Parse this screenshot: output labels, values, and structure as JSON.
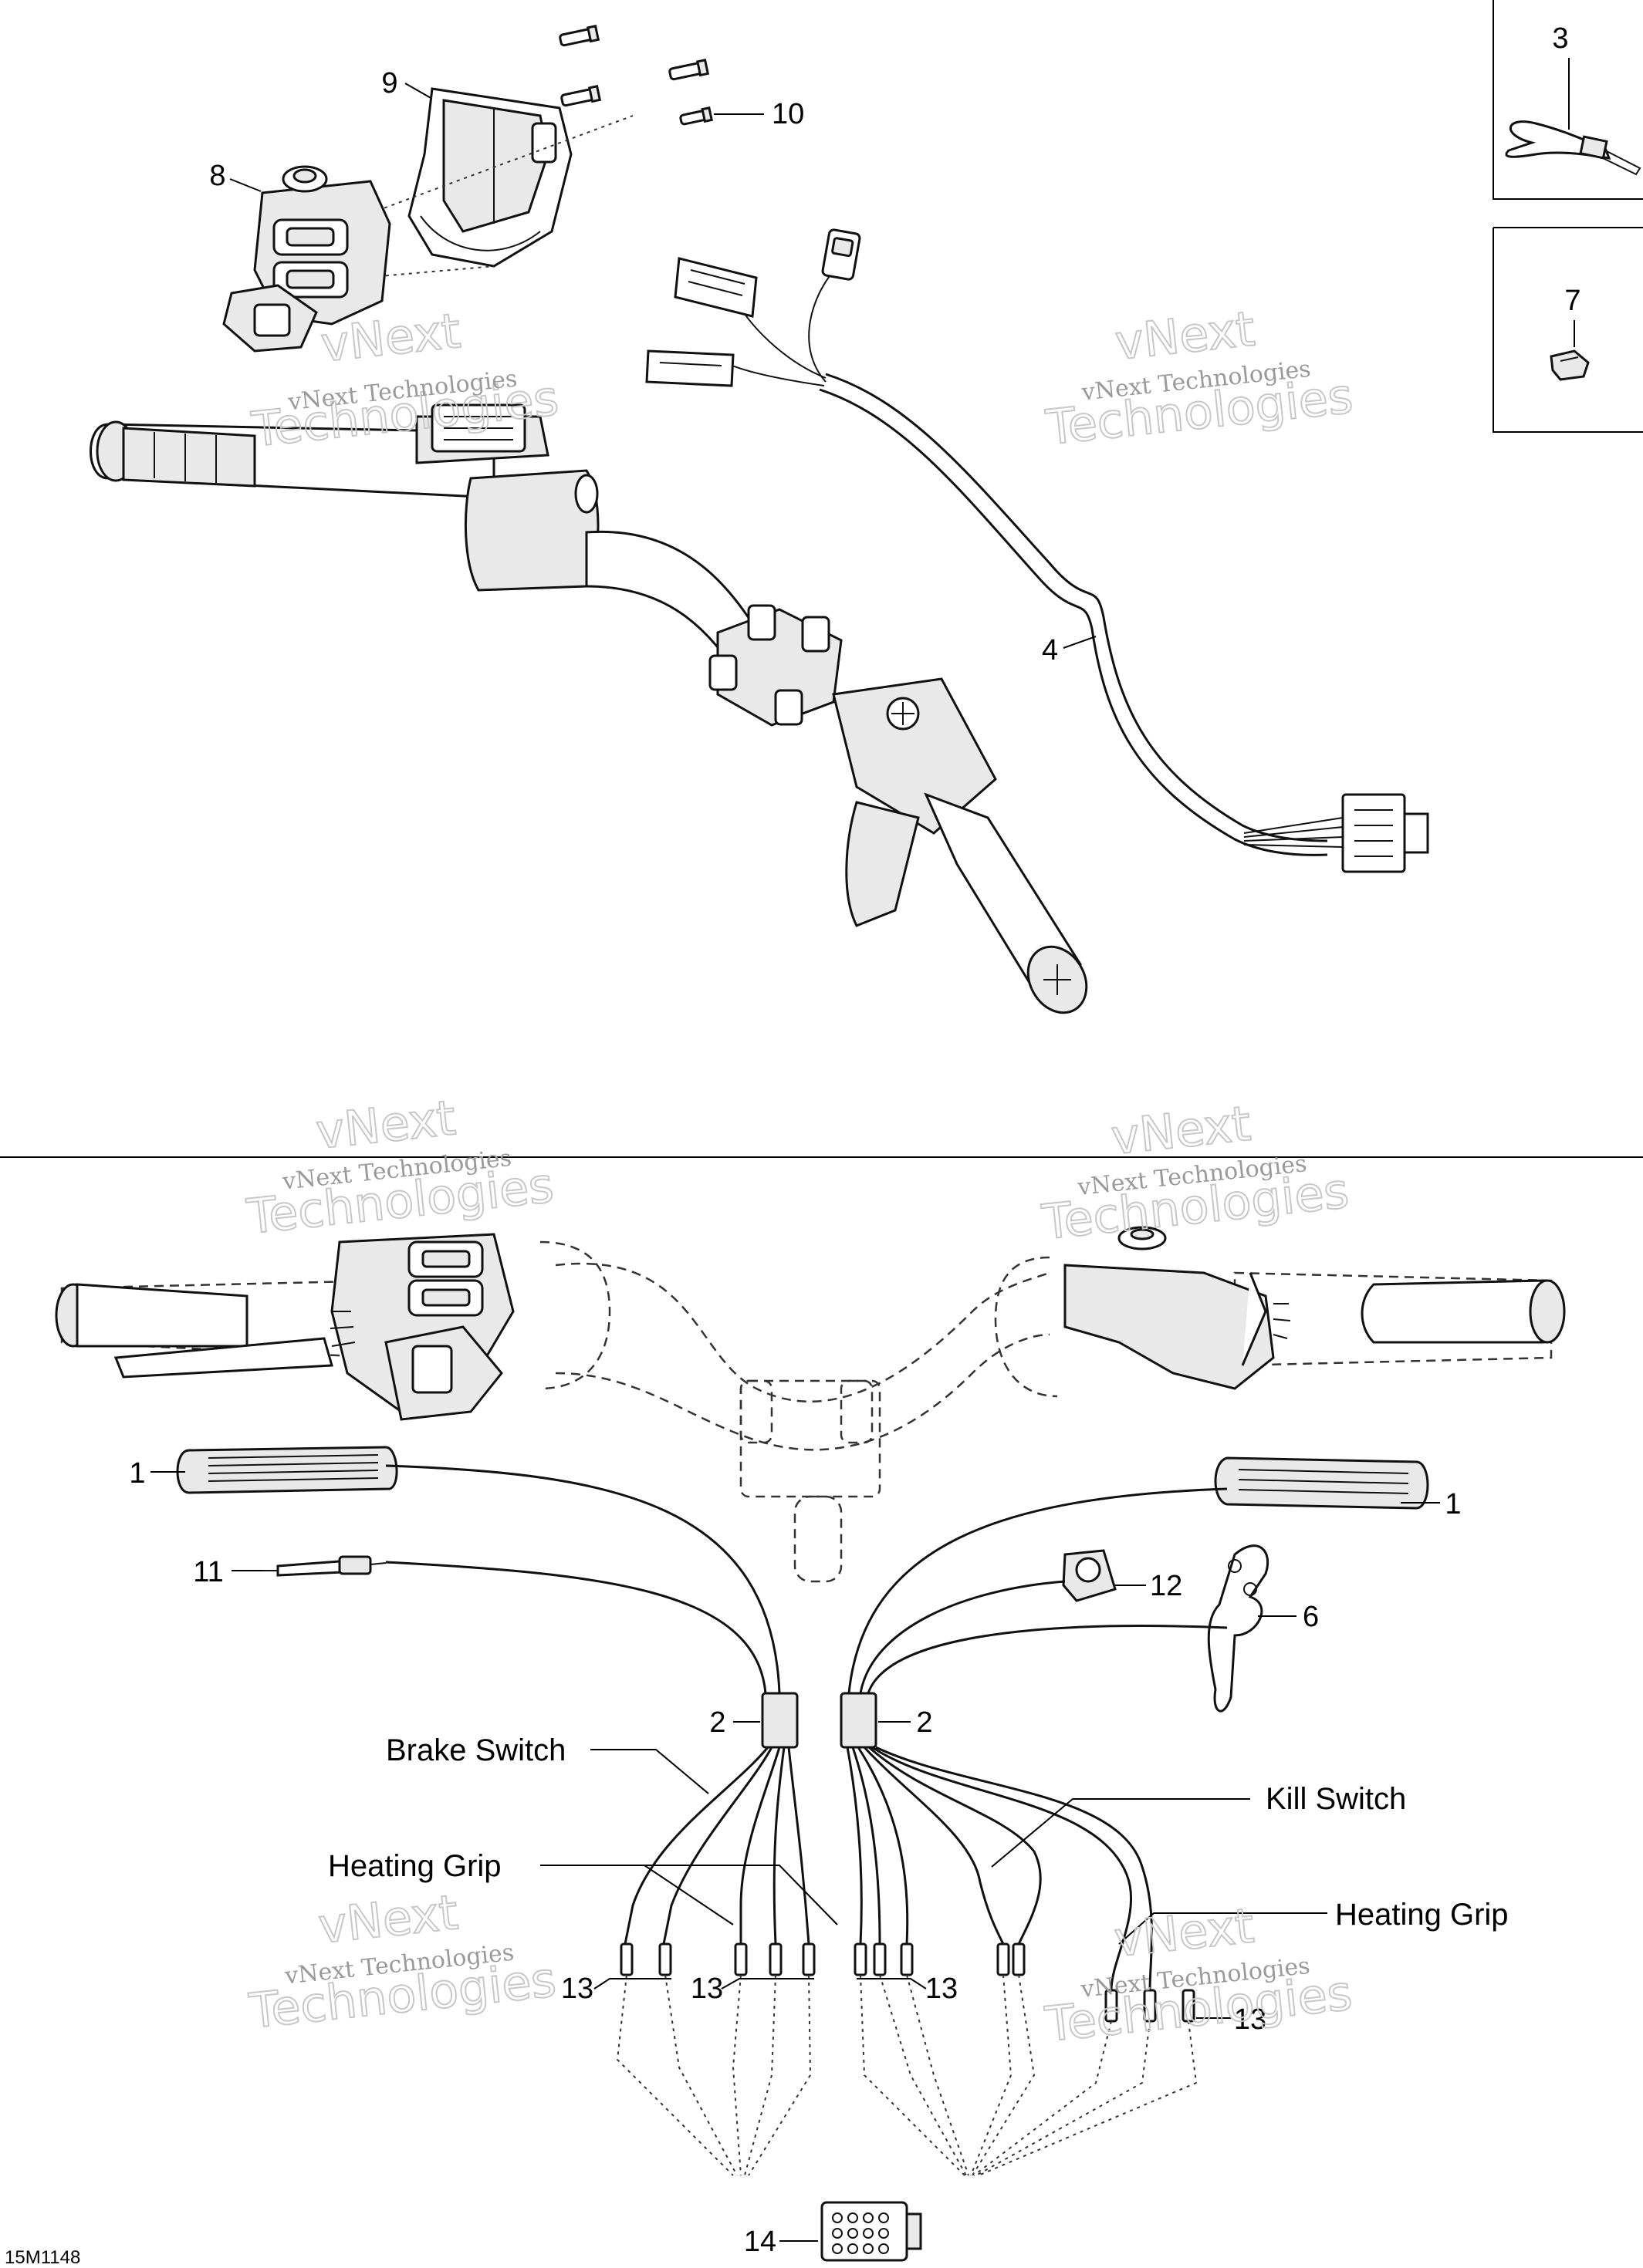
{
  "figure_ref": "15M1148",
  "watermark": {
    "line1": "vNext Technologies",
    "line2": "vNext",
    "line3": "Technologies"
  },
  "callouts": {
    "c1": "1",
    "c2": "2",
    "c3": "3",
    "c4": "4",
    "c6": "6",
    "c7": "7",
    "c8": "8",
    "c9": "9",
    "c10": "10",
    "c11": "11",
    "c12": "12",
    "c13": "13",
    "c14": "14"
  },
  "wire_labels": {
    "brake_switch": "Brake Switch",
    "heating_grip": "Heating Grip",
    "kill_switch": "Kill Switch"
  }
}
